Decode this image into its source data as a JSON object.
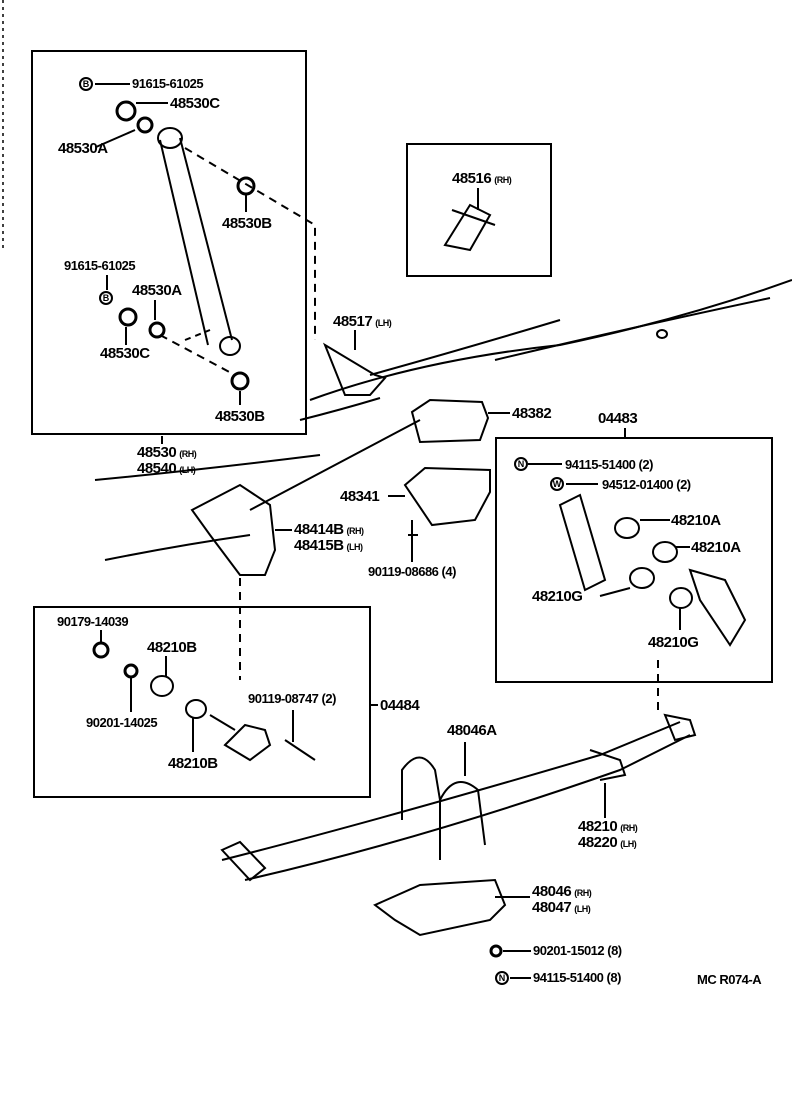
{
  "diagram": {
    "code": "MC R074-A",
    "side_tags": {
      "rh": "(RH)",
      "lh": "(LH)"
    },
    "shock_absorber_group": {
      "assembly": {
        "rh": "48530",
        "lh": "48540"
      },
      "top": {
        "nut_badge": "B",
        "nut": "91615-61025",
        "cushion_c": "48530C",
        "cushion_a": "48530A",
        "cushion_b": "48530B"
      },
      "bottom": {
        "nut": "91615-61025",
        "nut_badge": "B",
        "cushion_a": "48530A",
        "cushion_c": "48530C",
        "cushion_b": "48530B"
      }
    },
    "shock_bracket_rh": {
      "part": "48516",
      "side": "(RH)"
    },
    "shock_bracket_lh": {
      "part": "48517",
      "side": "(LH)"
    },
    "bumper": "48382",
    "spring_seat_upper": "48341",
    "bolt_seat": "90119-08686 (4)",
    "hanger_bracket": {
      "rh": "48414B",
      "lh": "48415B"
    },
    "shackle_kit": {
      "kit": "04483",
      "nut_badge": "N",
      "nut": "94115-51400 (2)",
      "washer_badge": "W",
      "washer": "94512-01400 (2)",
      "bushing_a1": "48210A",
      "bushing_a2": "48210A",
      "bushing_g1": "48210G",
      "bushing_g2": "48210G"
    },
    "pin_kit": {
      "kit": "04484",
      "nut": "90179-14039",
      "washer": "90201-14025",
      "bushing_b1": "48210B",
      "bushing_b2": "48210B",
      "bolt": "90119-08747 (2)"
    },
    "u_bolt": "48046A",
    "leaf_spring": {
      "rh": "48210",
      "lh": "48220"
    },
    "spring_seat_lower": {
      "rh": "48046",
      "lh": "48047"
    },
    "washer_bottom": "90201-15012 (8)",
    "nut_bottom_badge": "N",
    "nut_bottom": "94115-51400 (8)"
  }
}
